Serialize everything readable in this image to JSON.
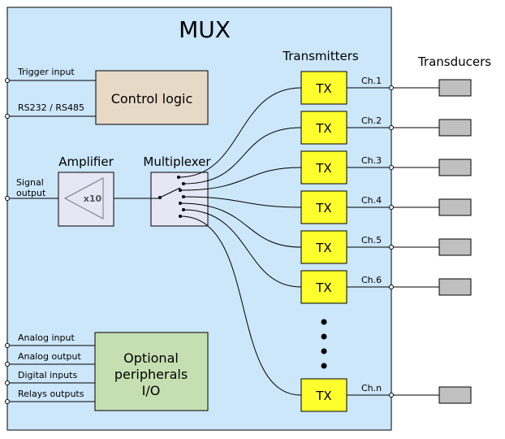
{
  "title": "MUX",
  "headers": {
    "transmitters": "Transmitters",
    "transducers": "Transducers",
    "amplifier": "Amplifier",
    "multiplexer": "Multiplexer"
  },
  "control_logic": {
    "label": "Control logic"
  },
  "amplifier": {
    "gain": "x10"
  },
  "peripherals": {
    "lines": [
      "Optional",
      "peripherals",
      "I/O"
    ]
  },
  "inputs": {
    "trigger": "Trigger input",
    "rs232": "RS232 / RS485",
    "signal_line1": "Signal",
    "signal_line2": "output",
    "analog_input": "Analog input",
    "analog_output": "Analog output",
    "digital_inputs": "Digital inputs",
    "relays_outputs": "Relays outputs"
  },
  "tx_label": "TX",
  "channels": [
    "Ch.1",
    "Ch.2",
    "Ch.3",
    "Ch.4",
    "Ch.5",
    "Ch.6",
    "Ch.n"
  ],
  "colors": {
    "mux_fill": "#cce6fa",
    "control_fill": "#e6d9c6",
    "block_fill": "#e6e6f5",
    "tx_fill": "#ffff2e",
    "periph_fill": "#c6dfb2",
    "transducer_fill": "#c0c0c0",
    "line": "#000000"
  }
}
